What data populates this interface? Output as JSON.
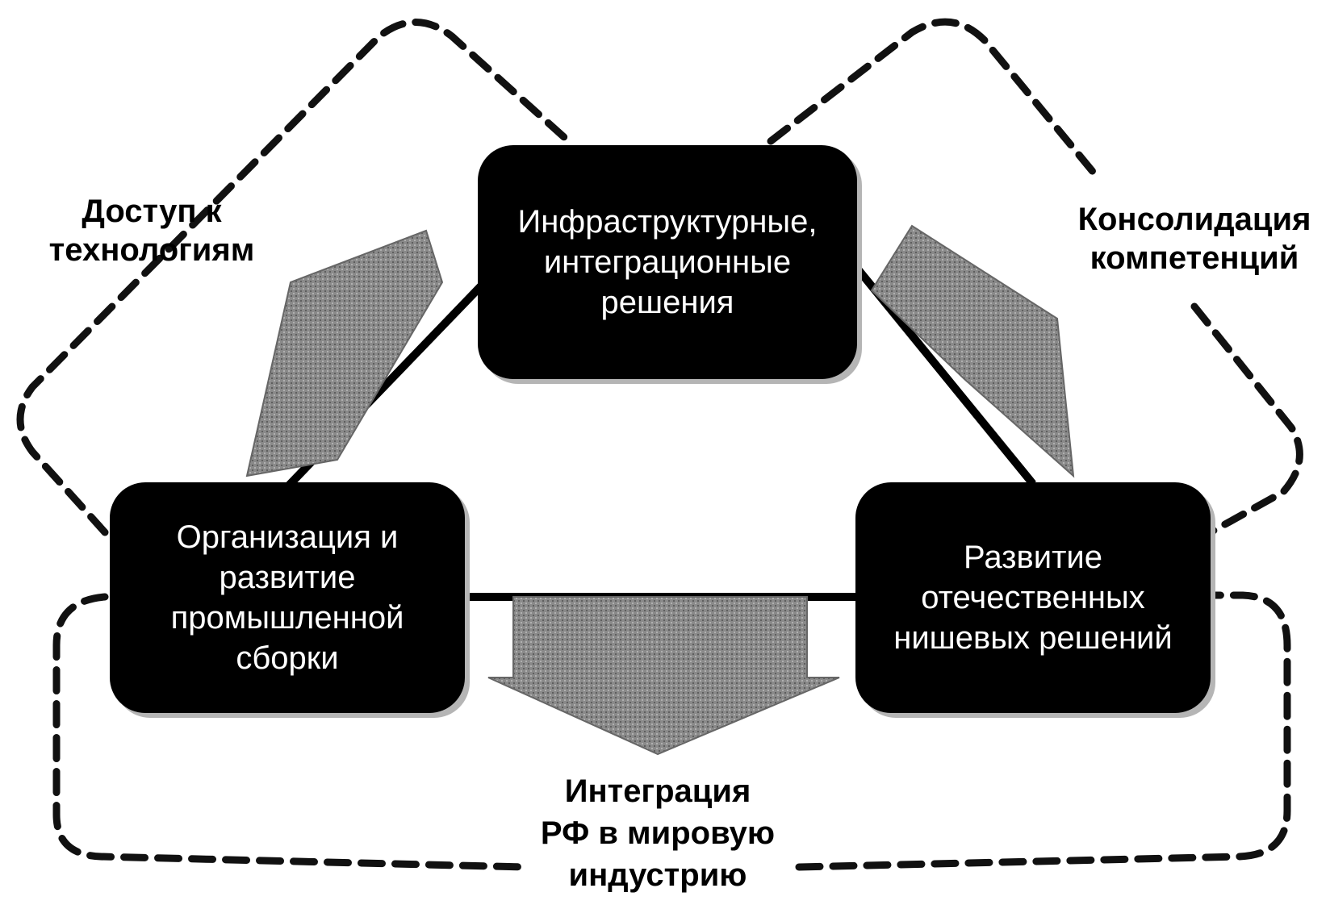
{
  "nodes": {
    "infrastructure": "Инфраструктурные,\nинтеграционные\nрешения",
    "assembly": "Организация и\nразвитие\nпромышленной\nсборки",
    "niche": "Развитие\nотечественных\nнишевых решений"
  },
  "labels": {
    "access": "Доступ к\nтехнологиям",
    "competence": "Консолидация\nкомпетенций",
    "integration": "Интеграция\nРФ в мировую\nиндустрию"
  },
  "colors": {
    "box_fill": "#000000",
    "box_text": "#ffffff",
    "arrow_fill": "#7f7f7f",
    "dash_stroke": "#111111"
  }
}
